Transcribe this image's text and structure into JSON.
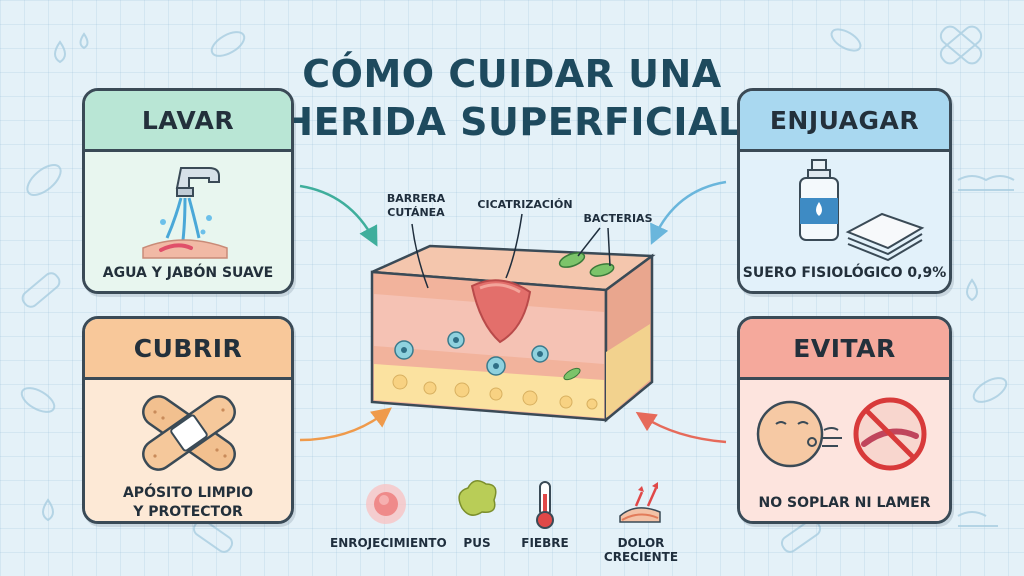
{
  "title": "CÓMO CUIDAR UNA\nHERIDA SUPERFICIAL",
  "cards": {
    "lavar": {
      "heading": "LAVAR",
      "caption": "AGUA Y JABÓN SUAVE"
    },
    "enjuagar": {
      "heading": "ENJUAGAR",
      "caption": "SUERO FISIOLÓGICO 0,9%"
    },
    "cubrir": {
      "heading": "CUBRIR",
      "caption": "APÓSITO LIMPIO\nY PROTECTOR"
    },
    "evitar": {
      "heading": "EVITAR",
      "caption": "NO SOPLAR NI LAMER"
    }
  },
  "skin_labels": {
    "barrier": "BARRERA\nCUTÁNEA",
    "healing": "CICATRIZACIÓN",
    "bacteria": "BACTERIAS"
  },
  "warning_signs": [
    {
      "label": "ENROJECIMIENTO",
      "icon": "redness-icon"
    },
    {
      "label": "PUS",
      "icon": "pus-icon"
    },
    {
      "label": "FIEBRE",
      "icon": "thermometer-icon"
    },
    {
      "label": "DOLOR CRECIENTE",
      "icon": "pain-icon"
    }
  ],
  "colors": {
    "lavar": "#b9e6d5",
    "enjuagar": "#a9d8f0",
    "cubrir": "#f8c89a",
    "evitar": "#f5a99c",
    "title": "#1e4a5e"
  }
}
